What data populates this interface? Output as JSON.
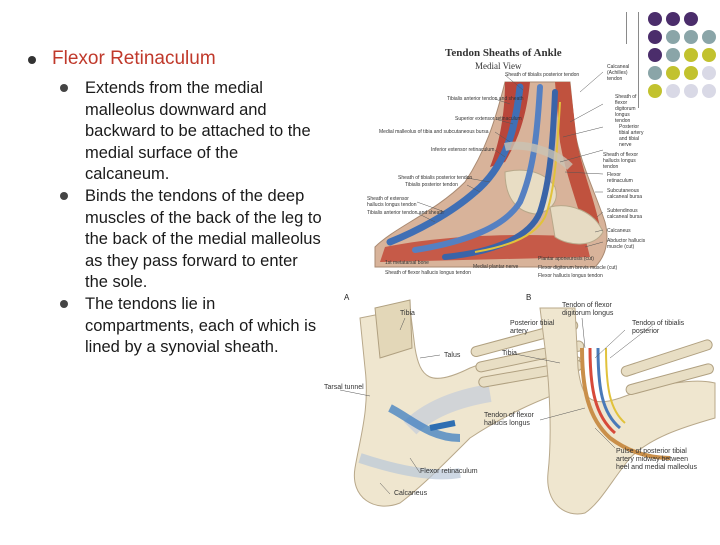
{
  "slide": {
    "heading": "Flexor Retinaculum",
    "bullets": [
      "Extends from the medial malleolus downward and backward to be attached to the medial surface of the calcaneum.",
      "Binds the tendons of the deep muscles of the back of the leg to the back of the medial malleolus as they pass forward to enter the sole.",
      "The tendons lie in compartments, each of which is lined by a synovial sheath."
    ]
  },
  "figure_top": {
    "title": "Tendon Sheaths of Ankle",
    "subtitle": "Medial View",
    "labels_left": [
      "Sheath of tibialis posterior tendon",
      "Tibialis anterior tendon and sheath",
      "Superior extensor retinaculum",
      "Medial malleolus of tibia and subcutaneous bursa",
      "Inferior extensor retinaculum",
      "Sheath of tibialis posterior tendon",
      "Tibialis posterior tendon",
      "Sheath of extensor hallucis longus tendon",
      "Tibialis anterior tendon and sheath",
      "1st metatarsal bone",
      "Sheath of flexor hallucis longus tendon",
      "Medial plantar nerve",
      "Plantar aponeurosis (cut)",
      "Flexor digitorum brevis muscle (cut)",
      "Flexor hallucis longus tendon"
    ],
    "labels_right": [
      "Calcaneal (Achilles) tendon",
      "Sheath of flexor digitorum longus tendon",
      "Posterior tibial artery and tibial nerve",
      "Sheath of flexor hallucis longus tendon",
      "Flexor retinaculum",
      "Subcutaneous calcaneal bursa",
      "Subtendinous calcaneal bursa",
      "Calcaneus",
      "Abductor hallucis muscle (cut)"
    ]
  },
  "figure_bottom": {
    "panel_a": "A",
    "panel_b": "B",
    "labels_a": [
      "Tibia",
      "Talus",
      "Tarsal tunnel",
      "Flexor retinaculum",
      "Calcaneus"
    ],
    "labels_b": [
      "Tendon of flexor digitorum longus",
      "Posterior tibial artery",
      "Tendon of tibialis posterior",
      "Tibia",
      "Tendon of flexor hallucis longus",
      "Pulse of posterior tibial artery midway between heel and medial malleolus"
    ]
  },
  "colors": {
    "heading": "#c0392b",
    "dot_purple": "#4b2d6b",
    "dot_teal": "#8aa5a8",
    "dot_olive": "#c2c22e",
    "dot_light": "#d9d9e6"
  }
}
